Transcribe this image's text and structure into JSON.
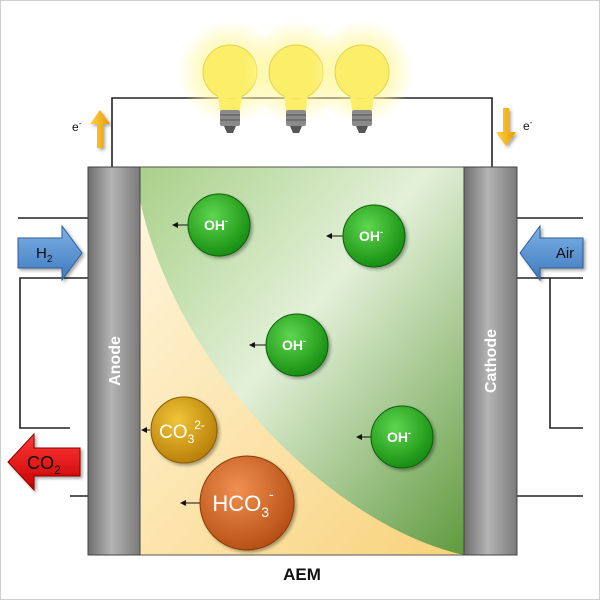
{
  "electron": {
    "base": "e",
    "sup": "-"
  },
  "inputs": {
    "left": {
      "base": "H",
      "sub": "2"
    },
    "right": "Air",
    "exhaust": {
      "base": "CO",
      "sub": "2"
    }
  },
  "electrodes": {
    "anode": "Anode",
    "cathode": "Cathode"
  },
  "membrane_label": "AEM",
  "ions": {
    "hydroxide": {
      "base": "OH",
      "sup": "-"
    },
    "carbonate": {
      "base": "CO",
      "sub": "3",
      "sup": "2-"
    },
    "bicarbonate": {
      "base": "HCO",
      "sub": "3",
      "sup": "-"
    }
  },
  "colors": {
    "green_bubble": "#22a01c",
    "carbonate_bubble": "#d9a012",
    "bicarbonate_bubble": "#d86a2a",
    "blue_arrow": "#4f8fd0",
    "red_arrow": "#e01010",
    "electron_arrow": "#f2b21a",
    "bulb": "#fbf06a"
  }
}
